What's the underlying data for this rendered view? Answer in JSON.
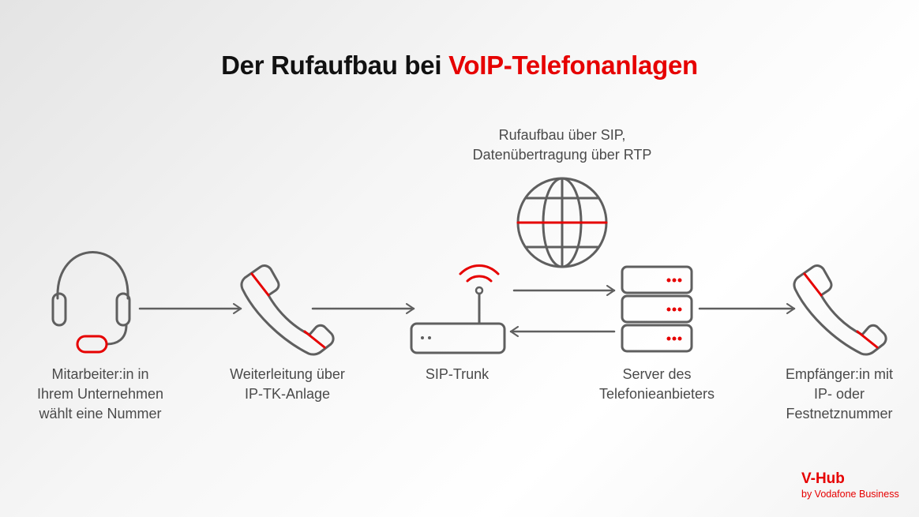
{
  "title": {
    "part1": "Der Rufaufbau bei ",
    "part2": "VoIP-Telefonanlagen"
  },
  "protocol_caption": {
    "line1": "Rufaufbau über SIP,",
    "line2": "Datenübertragung über RTP"
  },
  "steps": [
    {
      "icon": "headset-icon",
      "lines": [
        "Mitarbeiter:in in",
        "Ihrem Unternehmen",
        "wählt eine Nummer"
      ]
    },
    {
      "icon": "phone-handset-icon",
      "lines": [
        "Weiterleitung über",
        "IP-TK-Anlage"
      ]
    },
    {
      "icon": "router-icon",
      "lines": [
        "SIP-Trunk"
      ]
    },
    {
      "icon": "server-icon",
      "lines": [
        "Server des",
        "Telefonieanbieters"
      ]
    },
    {
      "icon": "phone-handset-icon",
      "lines": [
        "Empfänger:in mit",
        "IP- oder",
        "Festnetznummer"
      ]
    }
  ],
  "logo": {
    "name": "V-Hub",
    "tagline": "by Vodafone Business"
  },
  "colors": {
    "accent": "#e60000",
    "stroke": "#5f5f5f"
  }
}
